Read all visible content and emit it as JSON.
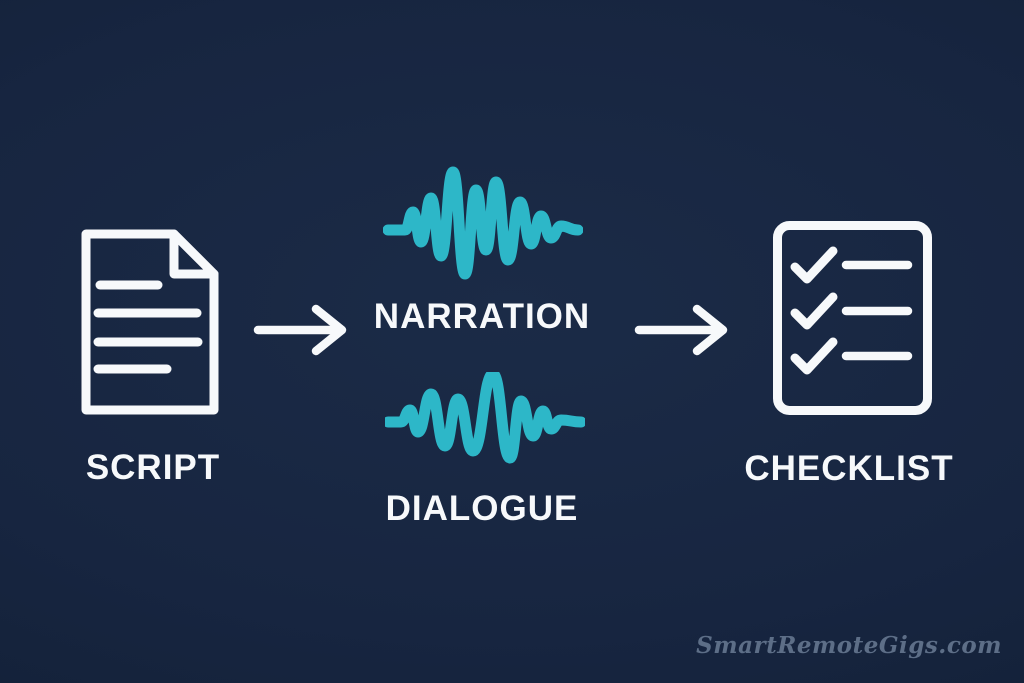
{
  "colors": {
    "background_navy": "#17253e",
    "ink_white": "#f7f9fb",
    "accent_teal": "#2db7c8",
    "watermark_slate": "#5d6e87"
  },
  "flow": {
    "script": {
      "label": "SCRIPT",
      "icon": "document-icon"
    },
    "narration": {
      "label": "NARRATION",
      "icon": "audio-waveform-icon"
    },
    "dialogue": {
      "label": "DIALOGUE",
      "icon": "audio-waveform-icon"
    },
    "checklist": {
      "label": "CHECKLIST",
      "icon": "checklist-icon"
    },
    "connectors": [
      {
        "icon": "arrow-right-icon"
      },
      {
        "icon": "arrow-right-icon"
      }
    ]
  },
  "watermark": {
    "text": "SmartRemoteGigs.com"
  }
}
